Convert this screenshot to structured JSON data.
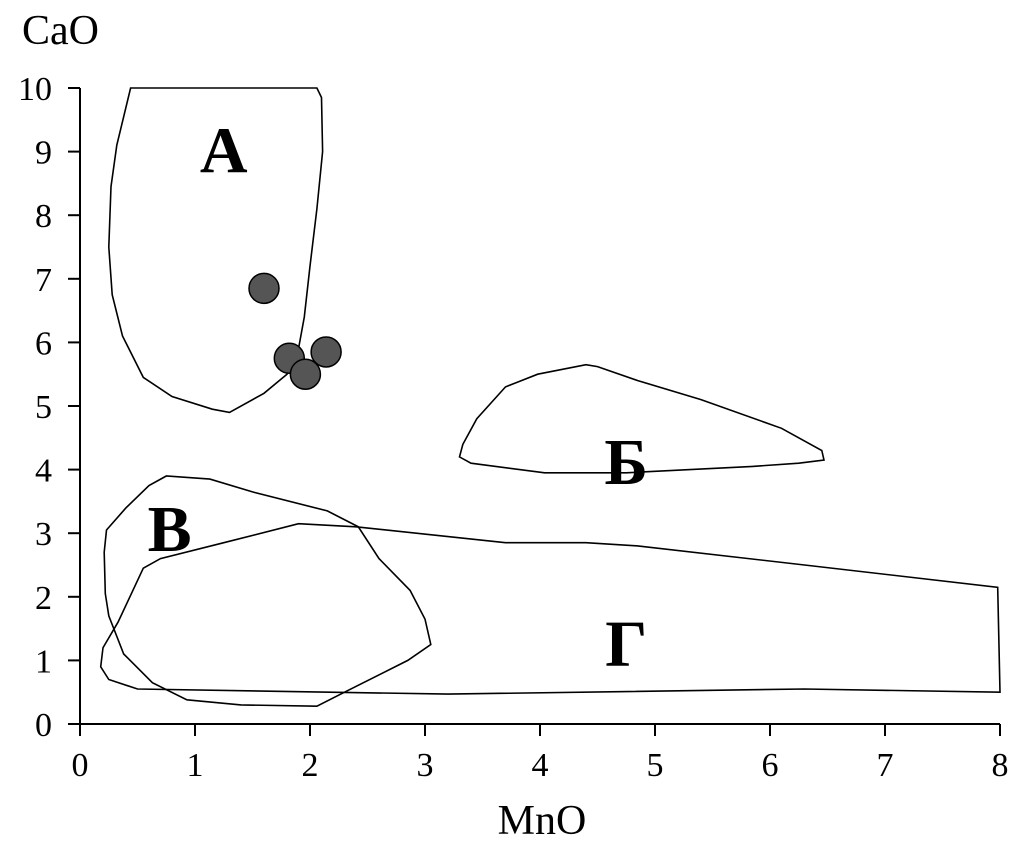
{
  "chart_data": {
    "type": "scatter",
    "xlabel": "MnO",
    "ylabel": "CaO",
    "xlim": [
      0,
      8
    ],
    "ylim": [
      0,
      10
    ],
    "x_ticks": [
      "0",
      "1",
      "2",
      "3",
      "4",
      "5",
      "6",
      "7",
      "8"
    ],
    "y_ticks": [
      "0",
      "1",
      "2",
      "3",
      "4",
      "5",
      "6",
      "7",
      "8",
      "9",
      "10"
    ],
    "grid": false,
    "legend": "none",
    "point_color": "#555555",
    "points": [
      {
        "x": 1.6,
        "y": 6.85
      },
      {
        "x": 1.82,
        "y": 5.75
      },
      {
        "x": 1.96,
        "y": 5.5
      },
      {
        "x": 2.14,
        "y": 5.85
      }
    ],
    "fields": [
      {
        "label": "А",
        "label_at": [
          1.25,
          9.05
        ],
        "polygon": [
          [
            0.44,
            10
          ],
          [
            2.06,
            10
          ],
          [
            2.1,
            9.85
          ],
          [
            2.11,
            9.0
          ],
          [
            2.06,
            8.1
          ],
          [
            2.0,
            7.2
          ],
          [
            1.95,
            6.4
          ],
          [
            1.9,
            5.9
          ],
          [
            1.8,
            5.5
          ],
          [
            1.6,
            5.2
          ],
          [
            1.3,
            4.9
          ],
          [
            1.15,
            4.95
          ],
          [
            0.8,
            5.15
          ],
          [
            0.55,
            5.45
          ],
          [
            0.37,
            6.1
          ],
          [
            0.28,
            6.75
          ],
          [
            0.25,
            7.5
          ],
          [
            0.27,
            8.45
          ],
          [
            0.32,
            9.1
          ],
          [
            0.44,
            10
          ]
        ]
      },
      {
        "label": "Б",
        "label_at": [
          4.75,
          4.15
        ],
        "polygon": [
          [
            3.33,
            4.4
          ],
          [
            3.45,
            4.8
          ],
          [
            3.7,
            5.3
          ],
          [
            3.98,
            5.5
          ],
          [
            4.4,
            5.65
          ],
          [
            4.5,
            5.62
          ],
          [
            4.85,
            5.4
          ],
          [
            5.4,
            5.1
          ],
          [
            6.1,
            4.65
          ],
          [
            6.45,
            4.3
          ],
          [
            6.47,
            4.15
          ],
          [
            6.25,
            4.1
          ],
          [
            5.85,
            4.05
          ],
          [
            4.75,
            3.95
          ],
          [
            4.04,
            3.95
          ],
          [
            3.4,
            4.1
          ],
          [
            3.3,
            4.2
          ],
          [
            3.33,
            4.4
          ]
        ]
      },
      {
        "label": "В",
        "label_at": [
          0.78,
          3.1
        ],
        "polygon": [
          [
            0.23,
            3.05
          ],
          [
            0.4,
            3.4
          ],
          [
            0.6,
            3.75
          ],
          [
            0.75,
            3.9
          ],
          [
            1.13,
            3.85
          ],
          [
            1.5,
            3.65
          ],
          [
            2.15,
            3.35
          ],
          [
            2.42,
            3.1
          ],
          [
            2.6,
            2.6
          ],
          [
            2.87,
            2.1
          ],
          [
            3.0,
            1.65
          ],
          [
            3.05,
            1.25
          ],
          [
            2.85,
            1.0
          ],
          [
            2.3,
            0.5
          ],
          [
            2.06,
            0.28
          ],
          [
            1.4,
            0.3
          ],
          [
            0.93,
            0.38
          ],
          [
            0.63,
            0.65
          ],
          [
            0.38,
            1.1
          ],
          [
            0.25,
            1.7
          ],
          [
            0.22,
            2.05
          ],
          [
            0.21,
            2.7
          ],
          [
            0.23,
            3.05
          ]
        ]
      },
      {
        "label": "Г",
        "label_at": [
          4.75,
          1.3
        ],
        "polygon": [
          [
            0.55,
            2.45
          ],
          [
            0.7,
            2.6
          ],
          [
            1.25,
            2.85
          ],
          [
            1.9,
            3.15
          ],
          [
            2.4,
            3.1
          ],
          [
            3.7,
            2.85
          ],
          [
            4.4,
            2.85
          ],
          [
            4.85,
            2.8
          ],
          [
            6.3,
            2.5
          ],
          [
            7.98,
            2.15
          ],
          [
            8.0,
            0.5
          ],
          [
            6.3,
            0.55
          ],
          [
            3.2,
            0.47
          ],
          [
            0.5,
            0.55
          ],
          [
            0.25,
            0.7
          ],
          [
            0.18,
            0.9
          ],
          [
            0.2,
            1.2
          ],
          [
            0.33,
            1.6
          ],
          [
            0.55,
            2.45
          ]
        ]
      }
    ]
  }
}
